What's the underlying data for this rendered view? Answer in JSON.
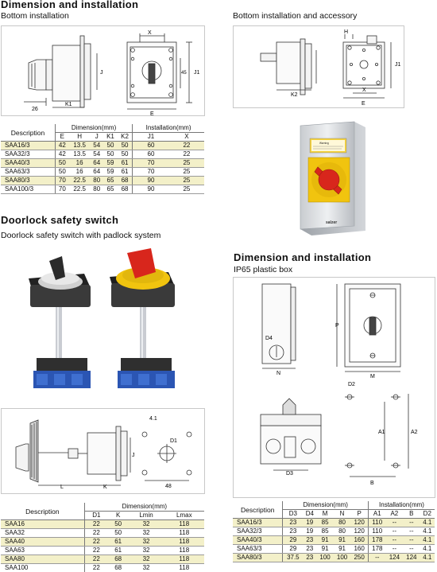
{
  "sec1": {
    "title": "Dimension and installation",
    "left_caption": "Bottom installation",
    "right_caption": "Bottom installation and accessory",
    "drawing_left_labels": {
      "x": "X",
      "j": "J",
      "j1": "J1",
      "h45": "45",
      "e": "E",
      "k1": "K1",
      "d26": "26"
    },
    "drawing_right_labels": {
      "h": "H",
      "x": "X",
      "k2": "K2",
      "j1": "J1",
      "e": "E"
    },
    "table": {
      "desc": "Description",
      "dim_group": "Dimension(mm)",
      "inst_group": "Installation(mm)",
      "dim_cols": [
        "E",
        "H",
        "J",
        "K1",
        "K2"
      ],
      "inst_cols": [
        "J1",
        "X"
      ],
      "rows": [
        [
          "SAA16/3",
          "42",
          "13.5",
          "54",
          "50",
          "50",
          "60",
          "22"
        ],
        [
          "SAA32/3",
          "42",
          "13.5",
          "54",
          "50",
          "50",
          "60",
          "22"
        ],
        [
          "SAA40/3",
          "50",
          "16",
          "64",
          "59",
          "61",
          "70",
          "25"
        ],
        [
          "SAA63/3",
          "50",
          "16",
          "64",
          "59",
          "61",
          "70",
          "25"
        ],
        [
          "SAA80/3",
          "70",
          "22.5",
          "80",
          "65",
          "68",
          "90",
          "25"
        ],
        [
          "SAA100/3",
          "70",
          "22.5",
          "80",
          "65",
          "68",
          "90",
          "25"
        ]
      ]
    }
  },
  "sec2": {
    "title": "Doorlock safety switch",
    "caption": "Doorlock safety switch with padlock system",
    "drawing_labels": {
      "d41": "4.1",
      "d1": "D1",
      "j": "J",
      "l": "L",
      "k": "K",
      "d48": "48"
    },
    "table": {
      "desc": "Description",
      "dim_group": "Dimension(mm)",
      "cols": [
        "D1",
        "K",
        "Lmin",
        "Lmax"
      ],
      "rows": [
        [
          "SAA16",
          "22",
          "50",
          "32",
          "118"
        ],
        [
          "SAA32",
          "22",
          "50",
          "32",
          "118"
        ],
        [
          "SAA40",
          "22",
          "61",
          "32",
          "118"
        ],
        [
          "SAA63",
          "22",
          "61",
          "32",
          "118"
        ],
        [
          "SAA80",
          "22",
          "68",
          "32",
          "118"
        ],
        [
          "SAA100",
          "22",
          "68",
          "32",
          "118"
        ]
      ]
    }
  },
  "sec3": {
    "title": "Dimension and installation",
    "caption": "IP65 plastic box",
    "box_warning": "Warning",
    "box_brand": "salzer",
    "drawing_labels": {
      "d4": "D4",
      "p": "P",
      "n": "N",
      "m": "M",
      "d2": "D2",
      "a1": "A1",
      "a2": "A2",
      "d3": "D3",
      "b": "B"
    },
    "table": {
      "desc": "Description",
      "dim_group": "Dimension(mm)",
      "inst_group": "Installation(mm)",
      "dim_cols": [
        "D3",
        "D4",
        "M",
        "N",
        "P"
      ],
      "inst_cols": [
        "A1",
        "A2",
        "B",
        "D2"
      ],
      "rows": [
        [
          "SAA16/3",
          "23",
          "19",
          "85",
          "80",
          "120",
          "110",
          "--",
          "--",
          "4.1"
        ],
        [
          "SAA32/3",
          "23",
          "19",
          "85",
          "80",
          "120",
          "110",
          "--",
          "--",
          "4.1"
        ],
        [
          "SAA40/3",
          "29",
          "23",
          "91",
          "91",
          "160",
          "178",
          "--",
          "--",
          "4.1"
        ],
        [
          "SAA63/3",
          "29",
          "23",
          "91",
          "91",
          "160",
          "178",
          "--",
          "--",
          "4.1"
        ],
        [
          "SAA80/3",
          "37.5",
          "23",
          "100",
          "100",
          "250",
          "--",
          "124",
          "124",
          "4.1"
        ]
      ]
    }
  },
  "colors": {
    "highlight": "#f3f0c9",
    "red": "#d8261c",
    "yellow": "#f1c40f",
    "blue": "#2b55b3"
  }
}
